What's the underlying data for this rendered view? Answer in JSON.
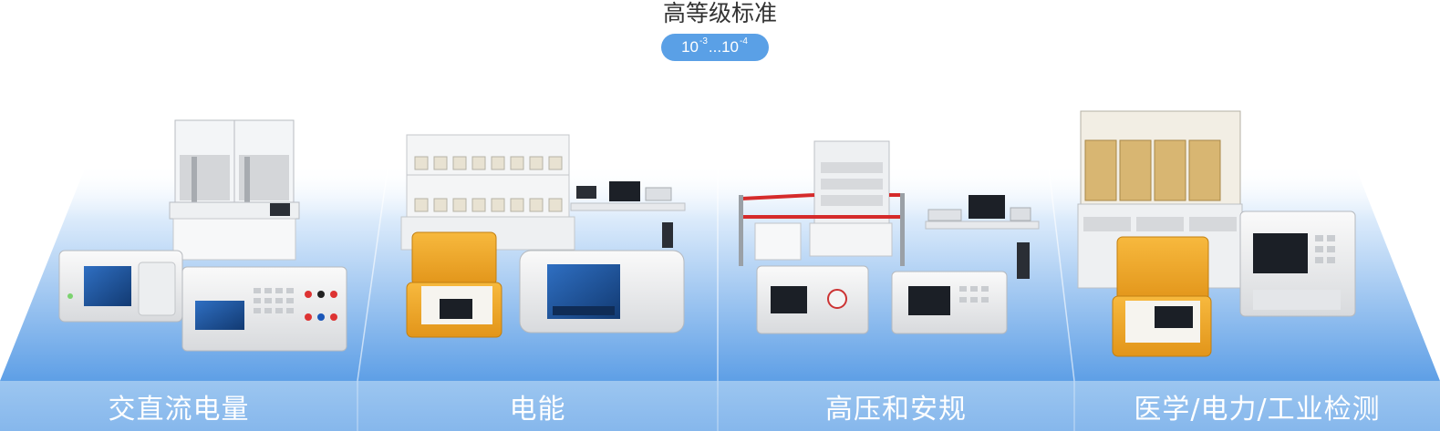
{
  "header": {
    "title": "高等级标准",
    "badge": {
      "base1": "10",
      "exp1": "-3",
      "sep": "...",
      "base2": "10",
      "exp2": "-4"
    }
  },
  "categories": [
    {
      "label": "交直流电量"
    },
    {
      "label": "电能"
    },
    {
      "label": "高压和安规"
    },
    {
      "label": "医学/电力/工业检测"
    }
  ],
  "colors": {
    "floor_top": "#e8f1fc",
    "floor_bottom": "#6aa8ea",
    "label_band": "#8fbdee",
    "badge": "#5aa0e6",
    "device_orange": "#f2a623"
  }
}
